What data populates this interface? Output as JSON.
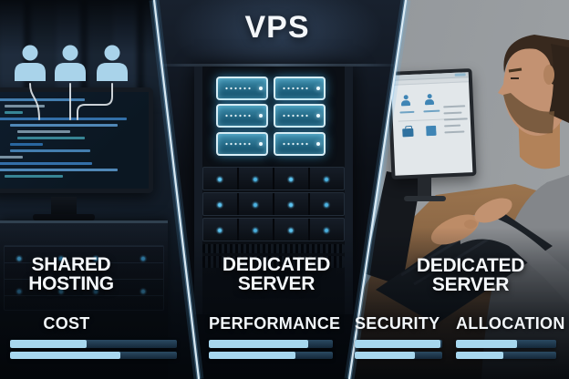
{
  "header": {
    "title": "VPS"
  },
  "panels": [
    {
      "name": "shared-hosting",
      "title_lines": [
        "SHARED",
        "HOSTING"
      ],
      "metrics": [
        {
          "label": "COST",
          "bars": [
            46,
            66
          ]
        }
      ]
    },
    {
      "name": "vps-dedicated-server",
      "title_lines": [
        "DEDICATED",
        "SERVER"
      ],
      "metrics": [
        {
          "label": "PERFORMANCE",
          "bars": [
            80,
            70
          ]
        }
      ]
    },
    {
      "name": "dedicated-server",
      "title_lines": [
        "DEDICATED",
        "SERVER"
      ],
      "metrics": [
        {
          "label": "SECURITY",
          "bars": [
            98,
            69
          ]
        },
        {
          "label": "ALLOCATION",
          "bars": [
            61,
            47
          ]
        }
      ]
    }
  ],
  "icons": {
    "user_group": "three-user-silhouettes",
    "shared_monitor": "monitor-with-code",
    "vps_rack": "glowing-server-modules-grid",
    "dashboard_monitor": "monitor-with-admin-dashboard",
    "person": "man-working-at-desk"
  },
  "colors": {
    "bar_fill": "#a7d7ee",
    "bar_track": "#1c3850",
    "divider_glow": "#e6f5fe",
    "title_text": "#f4f7fa",
    "user_icon_blue": "#a9d3ea",
    "server_glow_blue": "#3fb0e0",
    "background_dark": "#0b111a"
  }
}
